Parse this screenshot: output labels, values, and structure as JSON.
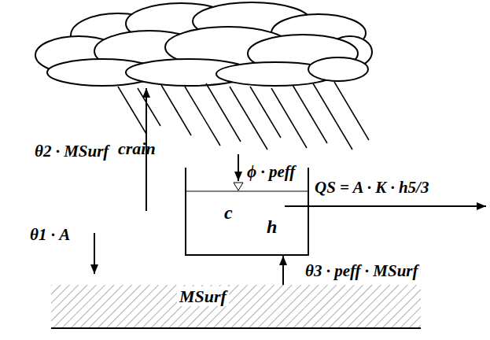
{
  "diagram": {
    "nodes": [
      {
        "text": [
          "c",
          "h"
        ]
      },
      {
        "text": [
          "MSurf"
        ]
      }
    ],
    "edges": [
      {
        "from": 1,
        "to": 0,
        "arrow": "to",
        "label": "θ3 · peff · MSurf"
      }
    ],
    "labels": [
      "crain",
      "θ2 · MSurf",
      "θ1 · A",
      "ϕ · peff",
      "QS = A · K · h5/3"
    ]
  }
}
